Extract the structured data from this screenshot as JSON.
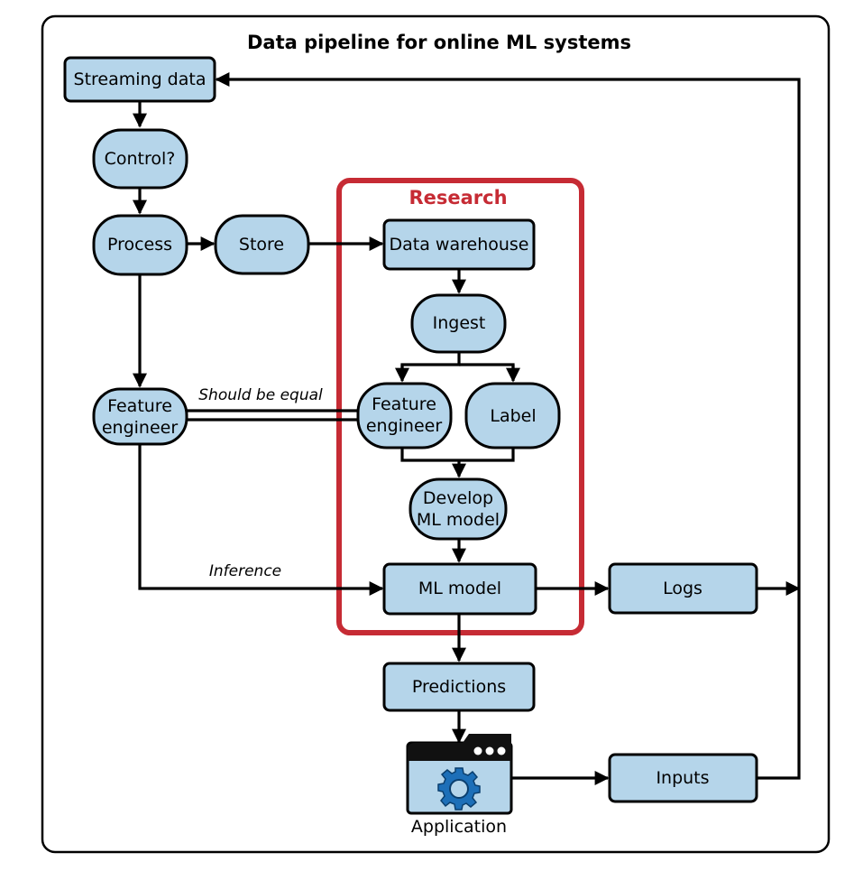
{
  "diagram": {
    "title": "Data pipeline for online ML systems",
    "research_label": "Research",
    "edge_labels": {
      "should_be_equal": "Should be equal",
      "inference": "Inference"
    },
    "nodes": {
      "streaming_data": "Streaming data",
      "control": "Control?",
      "process": "Process",
      "store": "Store",
      "data_warehouse": "Data warehouse",
      "ingest": "Ingest",
      "feature_engineer_left": [
        "Feature",
        "engineer"
      ],
      "feature_engineer_research": [
        "Feature",
        "engineer"
      ],
      "label": "Label",
      "develop_ml_model": [
        "Develop",
        "ML model"
      ],
      "ml_model": "ML model",
      "logs": "Logs",
      "predictions": "Predictions",
      "application": "Application",
      "inputs": "Inputs"
    },
    "icons": {
      "application": "application-window-gear-icon"
    },
    "colors": {
      "node_fill": "#b5d5ea",
      "research_border": "#c62b34",
      "gear": "#1d6fb8"
    }
  }
}
